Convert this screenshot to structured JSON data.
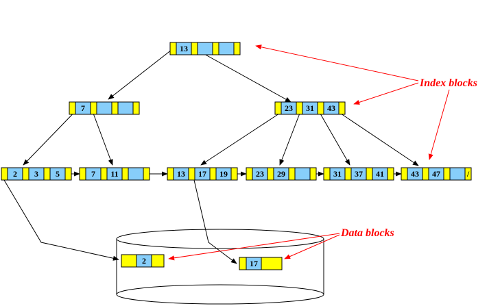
{
  "colors": {
    "pointer_cell": "#ffff00",
    "key_cell": "#87cefa",
    "annotation": "#ff0000",
    "edge": "#000000"
  },
  "labels": {
    "index_blocks": "Index blocks",
    "data_blocks": "Data blocks"
  },
  "tree": {
    "root": {
      "keys": [
        "13",
        "",
        ""
      ]
    },
    "internal_left": {
      "keys": [
        "7",
        "",
        ""
      ]
    },
    "internal_right": {
      "keys": [
        "23",
        "31",
        "43"
      ]
    },
    "leaves": [
      {
        "keys": [
          "2",
          "3",
          "5"
        ]
      },
      {
        "keys": [
          "7",
          "11",
          ""
        ]
      },
      {
        "keys": [
          "13",
          "17",
          "19"
        ]
      },
      {
        "keys": [
          "23",
          "29",
          ""
        ]
      },
      {
        "keys": [
          "31",
          "37",
          "41"
        ]
      },
      {
        "keys": [
          "43",
          "47",
          ""
        ],
        "last_pointer": "/"
      }
    ]
  },
  "data_blocks": [
    {
      "key": "2"
    },
    {
      "key": "17"
    }
  ]
}
